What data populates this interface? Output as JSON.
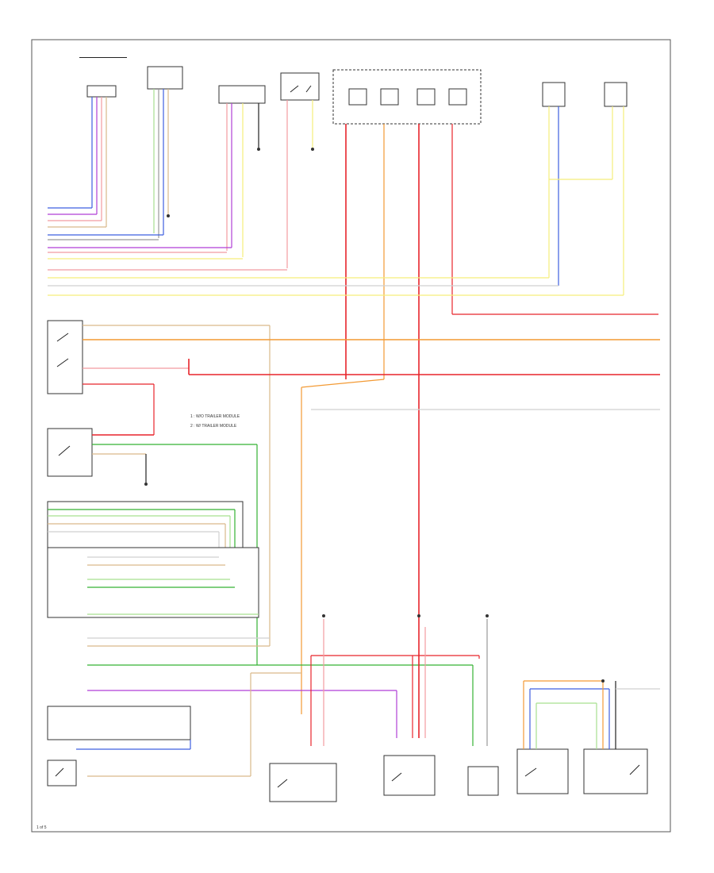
{
  "diagram": {
    "footer_id": "1 of 5",
    "legend": {
      "item1": "1 : W/O TRAILER MODULE",
      "item2": "2 : W/ TRAILER MODULE"
    },
    "colors": {
      "red": "#e8242b",
      "pink": "#f29ba0",
      "orange": "#f39a34",
      "yellow": "#f5ee7a",
      "violet": "#b13fd6",
      "blue": "#3e5fe0",
      "green": "#34b233",
      "light_green": "#a6e08f",
      "tan": "#d9b98a",
      "gray": "#9a9a9a",
      "black": "#222222",
      "white_wire": "#d0d0d0"
    }
  }
}
